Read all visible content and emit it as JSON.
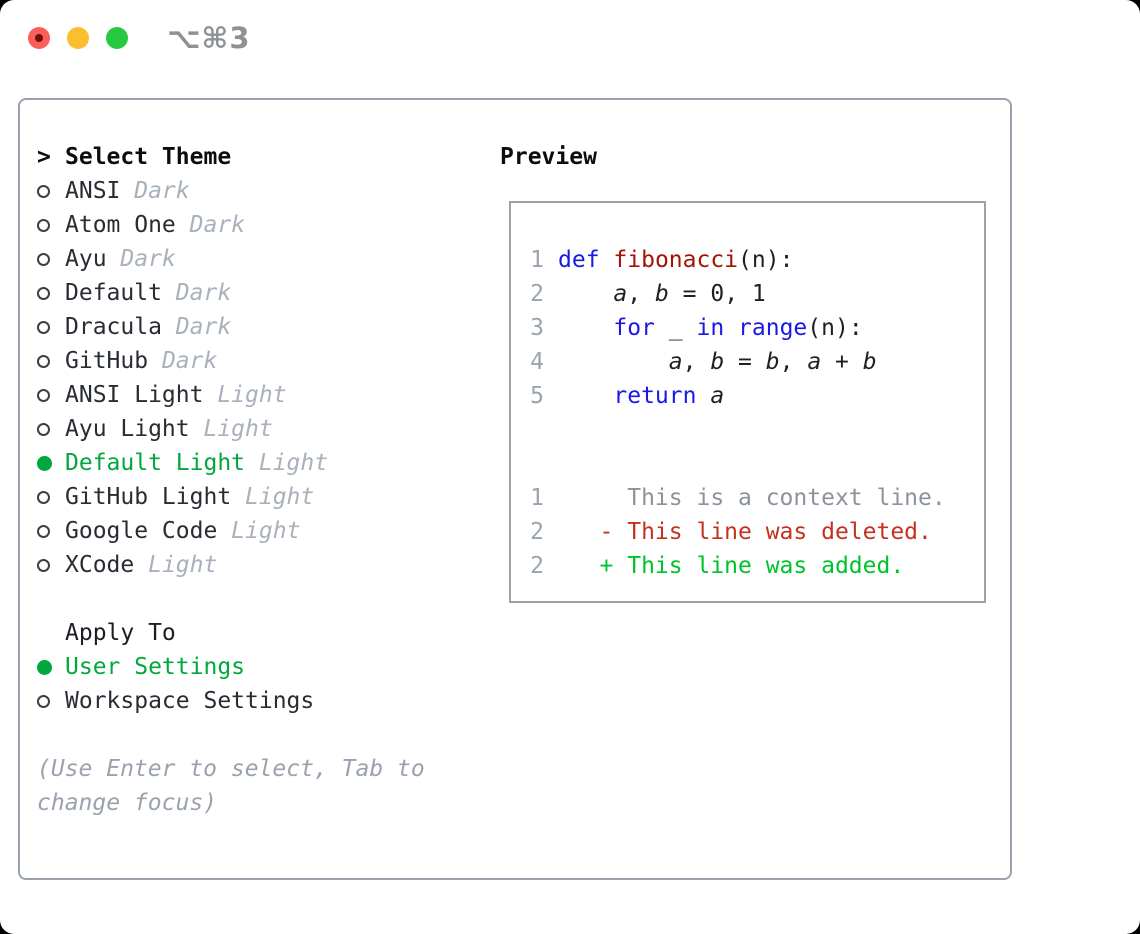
{
  "window": {
    "shortcut_label": "⌥⌘3",
    "traffic_lights": [
      {
        "name": "close",
        "color": "#fa5f5a"
      },
      {
        "name": "minimize",
        "color": "#fabe2e"
      },
      {
        "name": "zoom",
        "color": "#28c840"
      }
    ]
  },
  "theme_selector": {
    "cursor": ">",
    "heading": "Select Theme",
    "items": [
      {
        "name": "ANSI",
        "variant": "Dark",
        "selected": false
      },
      {
        "name": "Atom One",
        "variant": "Dark",
        "selected": false
      },
      {
        "name": "Ayu",
        "variant": "Dark",
        "selected": false
      },
      {
        "name": "Default",
        "variant": "Dark",
        "selected": false
      },
      {
        "name": "Dracula",
        "variant": "Dark",
        "selected": false
      },
      {
        "name": "GitHub",
        "variant": "Dark",
        "selected": false
      },
      {
        "name": "ANSI Light",
        "variant": "Light",
        "selected": false
      },
      {
        "name": "Ayu Light",
        "variant": "Light",
        "selected": false
      },
      {
        "name": "Default Light",
        "variant": "Light",
        "selected": true
      },
      {
        "name": "GitHub Light",
        "variant": "Light",
        "selected": false
      },
      {
        "name": "Google Code",
        "variant": "Light",
        "selected": false
      },
      {
        "name": "XCode",
        "variant": "Light",
        "selected": false
      }
    ]
  },
  "apply_to": {
    "heading": "Apply To",
    "options": [
      {
        "label": "User Settings",
        "selected": true
      },
      {
        "label": "Workspace Settings",
        "selected": false
      }
    ]
  },
  "help_text": "(Use Enter to select, Tab to change focus)",
  "preview": {
    "heading": "Preview",
    "code_lines": [
      {
        "num": "1",
        "tokens": [
          {
            "text": "def",
            "type": "keyword"
          },
          {
            "text": " ",
            "type": "plain"
          },
          {
            "text": "fibonacci",
            "type": "function"
          },
          {
            "text": "(n):",
            "type": "plain"
          }
        ]
      },
      {
        "num": "2",
        "tokens": [
          {
            "text": "    ",
            "type": "plain"
          },
          {
            "text": "a",
            "type": "variable"
          },
          {
            "text": ", ",
            "type": "plain"
          },
          {
            "text": "b",
            "type": "variable"
          },
          {
            "text": " = 0, 1",
            "type": "plain"
          }
        ]
      },
      {
        "num": "3",
        "tokens": [
          {
            "text": "    ",
            "type": "plain"
          },
          {
            "text": "for",
            "type": "keyword"
          },
          {
            "text": " _ ",
            "type": "plain"
          },
          {
            "text": "in",
            "type": "keyword"
          },
          {
            "text": " ",
            "type": "plain"
          },
          {
            "text": "range",
            "type": "keyword"
          },
          {
            "text": "(n):",
            "type": "plain"
          }
        ]
      },
      {
        "num": "4",
        "tokens": [
          {
            "text": "        ",
            "type": "plain"
          },
          {
            "text": "a",
            "type": "variable"
          },
          {
            "text": ", ",
            "type": "plain"
          },
          {
            "text": "b",
            "type": "variable"
          },
          {
            "text": " = ",
            "type": "plain"
          },
          {
            "text": "b",
            "type": "variable"
          },
          {
            "text": ", ",
            "type": "plain"
          },
          {
            "text": "a",
            "type": "variable"
          },
          {
            "text": " + ",
            "type": "plain"
          },
          {
            "text": "b",
            "type": "variable"
          }
        ]
      },
      {
        "num": "5",
        "tokens": [
          {
            "text": "    ",
            "type": "plain"
          },
          {
            "text": "return",
            "type": "keyword"
          },
          {
            "text": " ",
            "type": "plain"
          },
          {
            "text": "a",
            "type": "variable"
          }
        ]
      }
    ],
    "diff_lines": [
      {
        "num": "1",
        "text": "     This is a context line.",
        "type": "context"
      },
      {
        "num": "2",
        "text": "   - This line was deleted.",
        "type": "deleted"
      },
      {
        "num": "2",
        "text": "   + This line was added.",
        "type": "added"
      }
    ]
  },
  "colors": {
    "selected_green": "#00a83e",
    "added_green": "#00c22b",
    "deleted_red": "#c4321f",
    "keyword_blue": "#1919e6",
    "function_red": "#a31408",
    "muted_gray": "#a8b1bc",
    "gutter_gray": "#9aa4b0",
    "context_gray": "#8b939d",
    "panel_border_gray": "#9aa3ad"
  }
}
